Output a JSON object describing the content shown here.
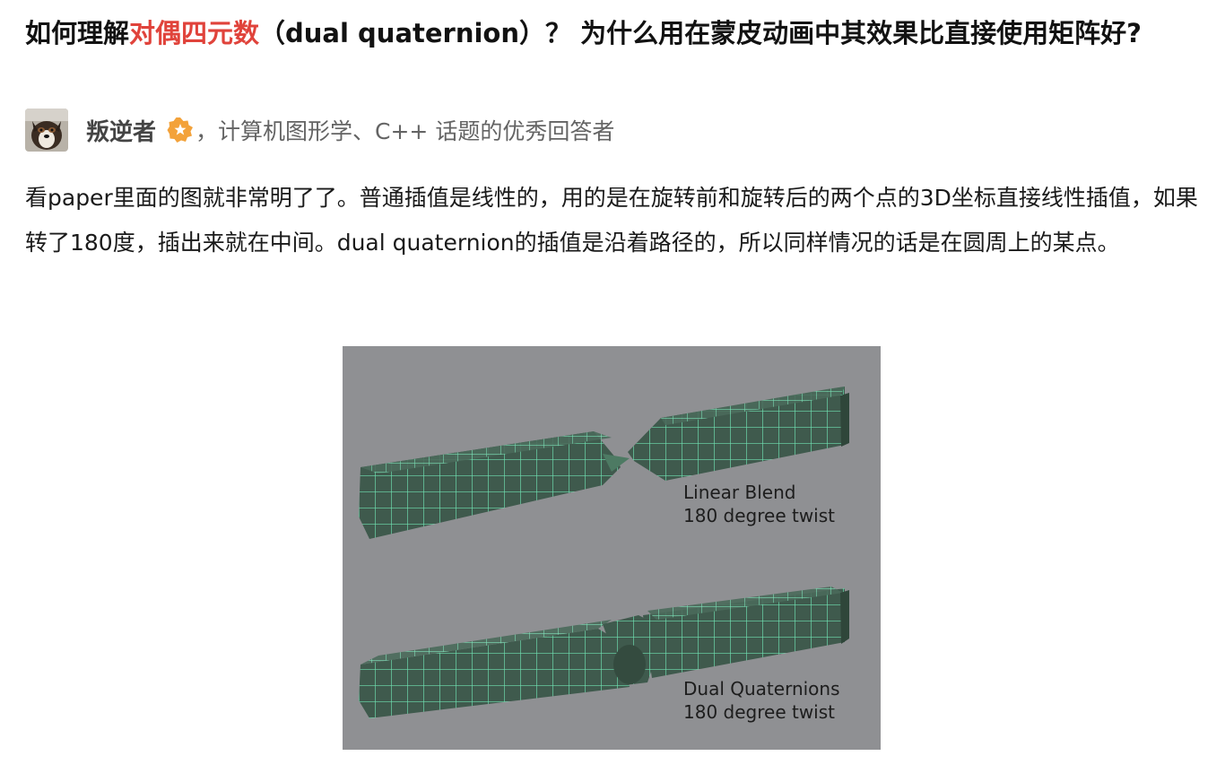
{
  "question": {
    "title_before": "如何理解",
    "title_highlight": "对偶四元数",
    "title_after": "（dual quaternion）？ 为什么用在蒙皮动画中其效果比直接使用矩阵好?"
  },
  "author": {
    "name": "叛逆者",
    "badge_icon": "excellent-answerer-badge-icon",
    "description": "，计算机图形学、C++ 话题的优秀回答者"
  },
  "answer": {
    "paragraph": "看paper里面的图就非常明了了。普通插值是线性的，用的是在旋转前和旋转后的两个点的3D坐标直接线性插值，如果转了180度，插出来就在中间。dual quaternion的插值是沿着路径的，所以同样情况的话是在圆周上的某点。"
  },
  "figure": {
    "top_label_line1": "Linear Blend",
    "top_label_line2": "180 degree twist",
    "bottom_label_line1": "Dual Quaternions",
    "bottom_label_line2": "180 degree twist"
  },
  "colors": {
    "highlight": "#e0433b",
    "badge": "#f3a23a",
    "figure_bg": "#8f9093",
    "mesh_fill": "#3f5a4d",
    "mesh_line": "#6fe0b0"
  }
}
